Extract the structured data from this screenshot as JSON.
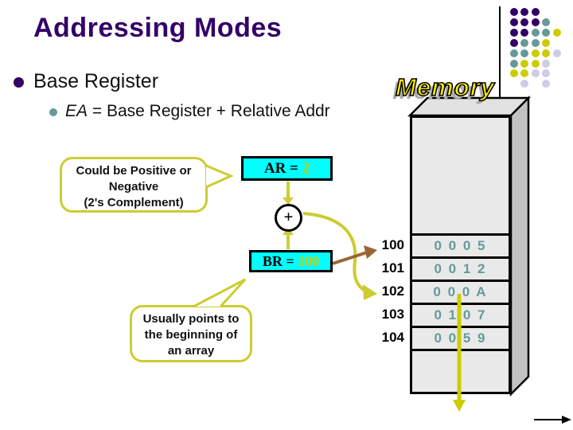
{
  "slide": {
    "title": "Addressing Modes",
    "bullet1": "Base Register",
    "bullet2_italic": "EA",
    "bullet2_rest": " = Base Register + Relative Addr"
  },
  "callout_positive": {
    "lines": [
      "Could be Positive or",
      "Negative",
      "(2's Complement)"
    ]
  },
  "callout_array": {
    "lines": [
      "Usually points to",
      "the beginning of",
      "an array"
    ]
  },
  "registers": {
    "ar_label": "AR = ",
    "ar_value": "2",
    "br_label": "BR = ",
    "br_value": "100",
    "plus_sign": "+"
  },
  "memory": {
    "word_art": "Memory",
    "rows": [
      {
        "address": "100",
        "value": "0 0 0 5"
      },
      {
        "address": "101",
        "value": "0 0 1 2"
      },
      {
        "address": "102",
        "value": "0 0 0 A"
      },
      {
        "address": "103",
        "value": "0 1 0 7"
      },
      {
        "address": "104",
        "value": "0 0 5 9"
      }
    ]
  },
  "colors": {
    "title_purple": "#330066",
    "register_box_cyan": "#00FFFF",
    "register_value_yellow": "#CCCC00",
    "flow_arrow_yellow": "#CCCC33",
    "base_pointer_brown": "#996633",
    "memory_value_teal": "#669999",
    "memory_gray": "#E9E9E9"
  },
  "decor_dots": {
    "palette": {
      "P": "#330066",
      "T": "#669999",
      "Y": "#CCCC00",
      "L": "#CCCCE6"
    },
    "rows": [
      [
        "P",
        "P",
        "P"
      ],
      [
        "P",
        "P",
        "P",
        "T"
      ],
      [
        "P",
        "P",
        "T",
        "T",
        "Y"
      ],
      [
        "P",
        "T",
        "T",
        "Y"
      ],
      [
        "T",
        "T",
        "Y",
        "Y",
        "L"
      ],
      [
        "T",
        "Y",
        "Y",
        "L"
      ],
      [
        "Y",
        "Y",
        "L",
        "L"
      ],
      [
        null,
        "L",
        null,
        "L"
      ]
    ]
  }
}
